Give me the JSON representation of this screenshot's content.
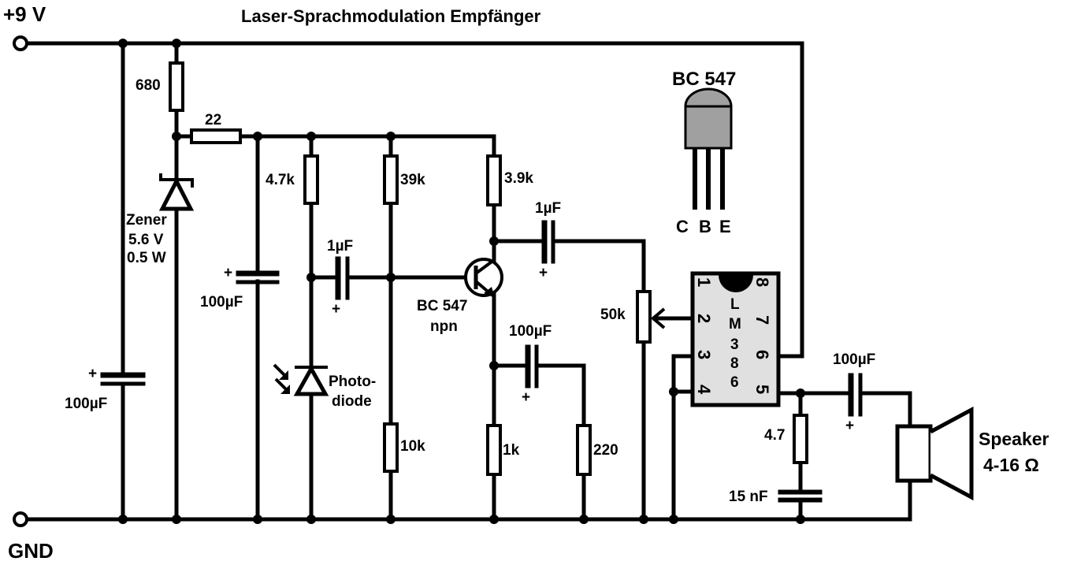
{
  "diagram": {
    "title": "Laser-Sprachmodulation Empfänger",
    "supply": {
      "positive_label": "+9 V",
      "ground_label": "GND"
    },
    "colors": {
      "wire": "#000000",
      "background": "#ffffff",
      "ic_body": "#e0e0e0",
      "transistor_body": "#a0a0a0"
    },
    "components": {
      "r680": "680",
      "r22": "22",
      "zener_line1": "Zener",
      "zener_line2": "5.6 V",
      "zener_line3": "0.5 W",
      "c_bulk_left": "100µF",
      "c_filter": "100µF",
      "r4k7": "4.7k",
      "c_in": "1µF",
      "photodiode_line1": "Photo-",
      "photodiode_line2": "diode",
      "r39k": "39k",
      "r10k": "10k",
      "r3k9": "3.9k",
      "q1_line1": "BC 547",
      "q1_line2": "npn",
      "c_out": "1µF",
      "c_emitter": "100µF",
      "r1k": "1k",
      "r220": "220",
      "pot": "50k",
      "ic_name": [
        "L",
        "M",
        "3",
        "8",
        "6"
      ],
      "ic_pins_left": [
        "1",
        "2",
        "3",
        "4"
      ],
      "ic_pins_right": [
        "8",
        "7",
        "6",
        "5"
      ],
      "r4_7": "4.7",
      "c15n": "15 nF",
      "c_speaker": "100µF",
      "speaker_line1": "Speaker",
      "speaker_line2": "4-16 Ω",
      "plus_sign": "+"
    },
    "pinout": {
      "title": "BC 547",
      "pins": [
        "C",
        "B",
        "E"
      ]
    }
  }
}
